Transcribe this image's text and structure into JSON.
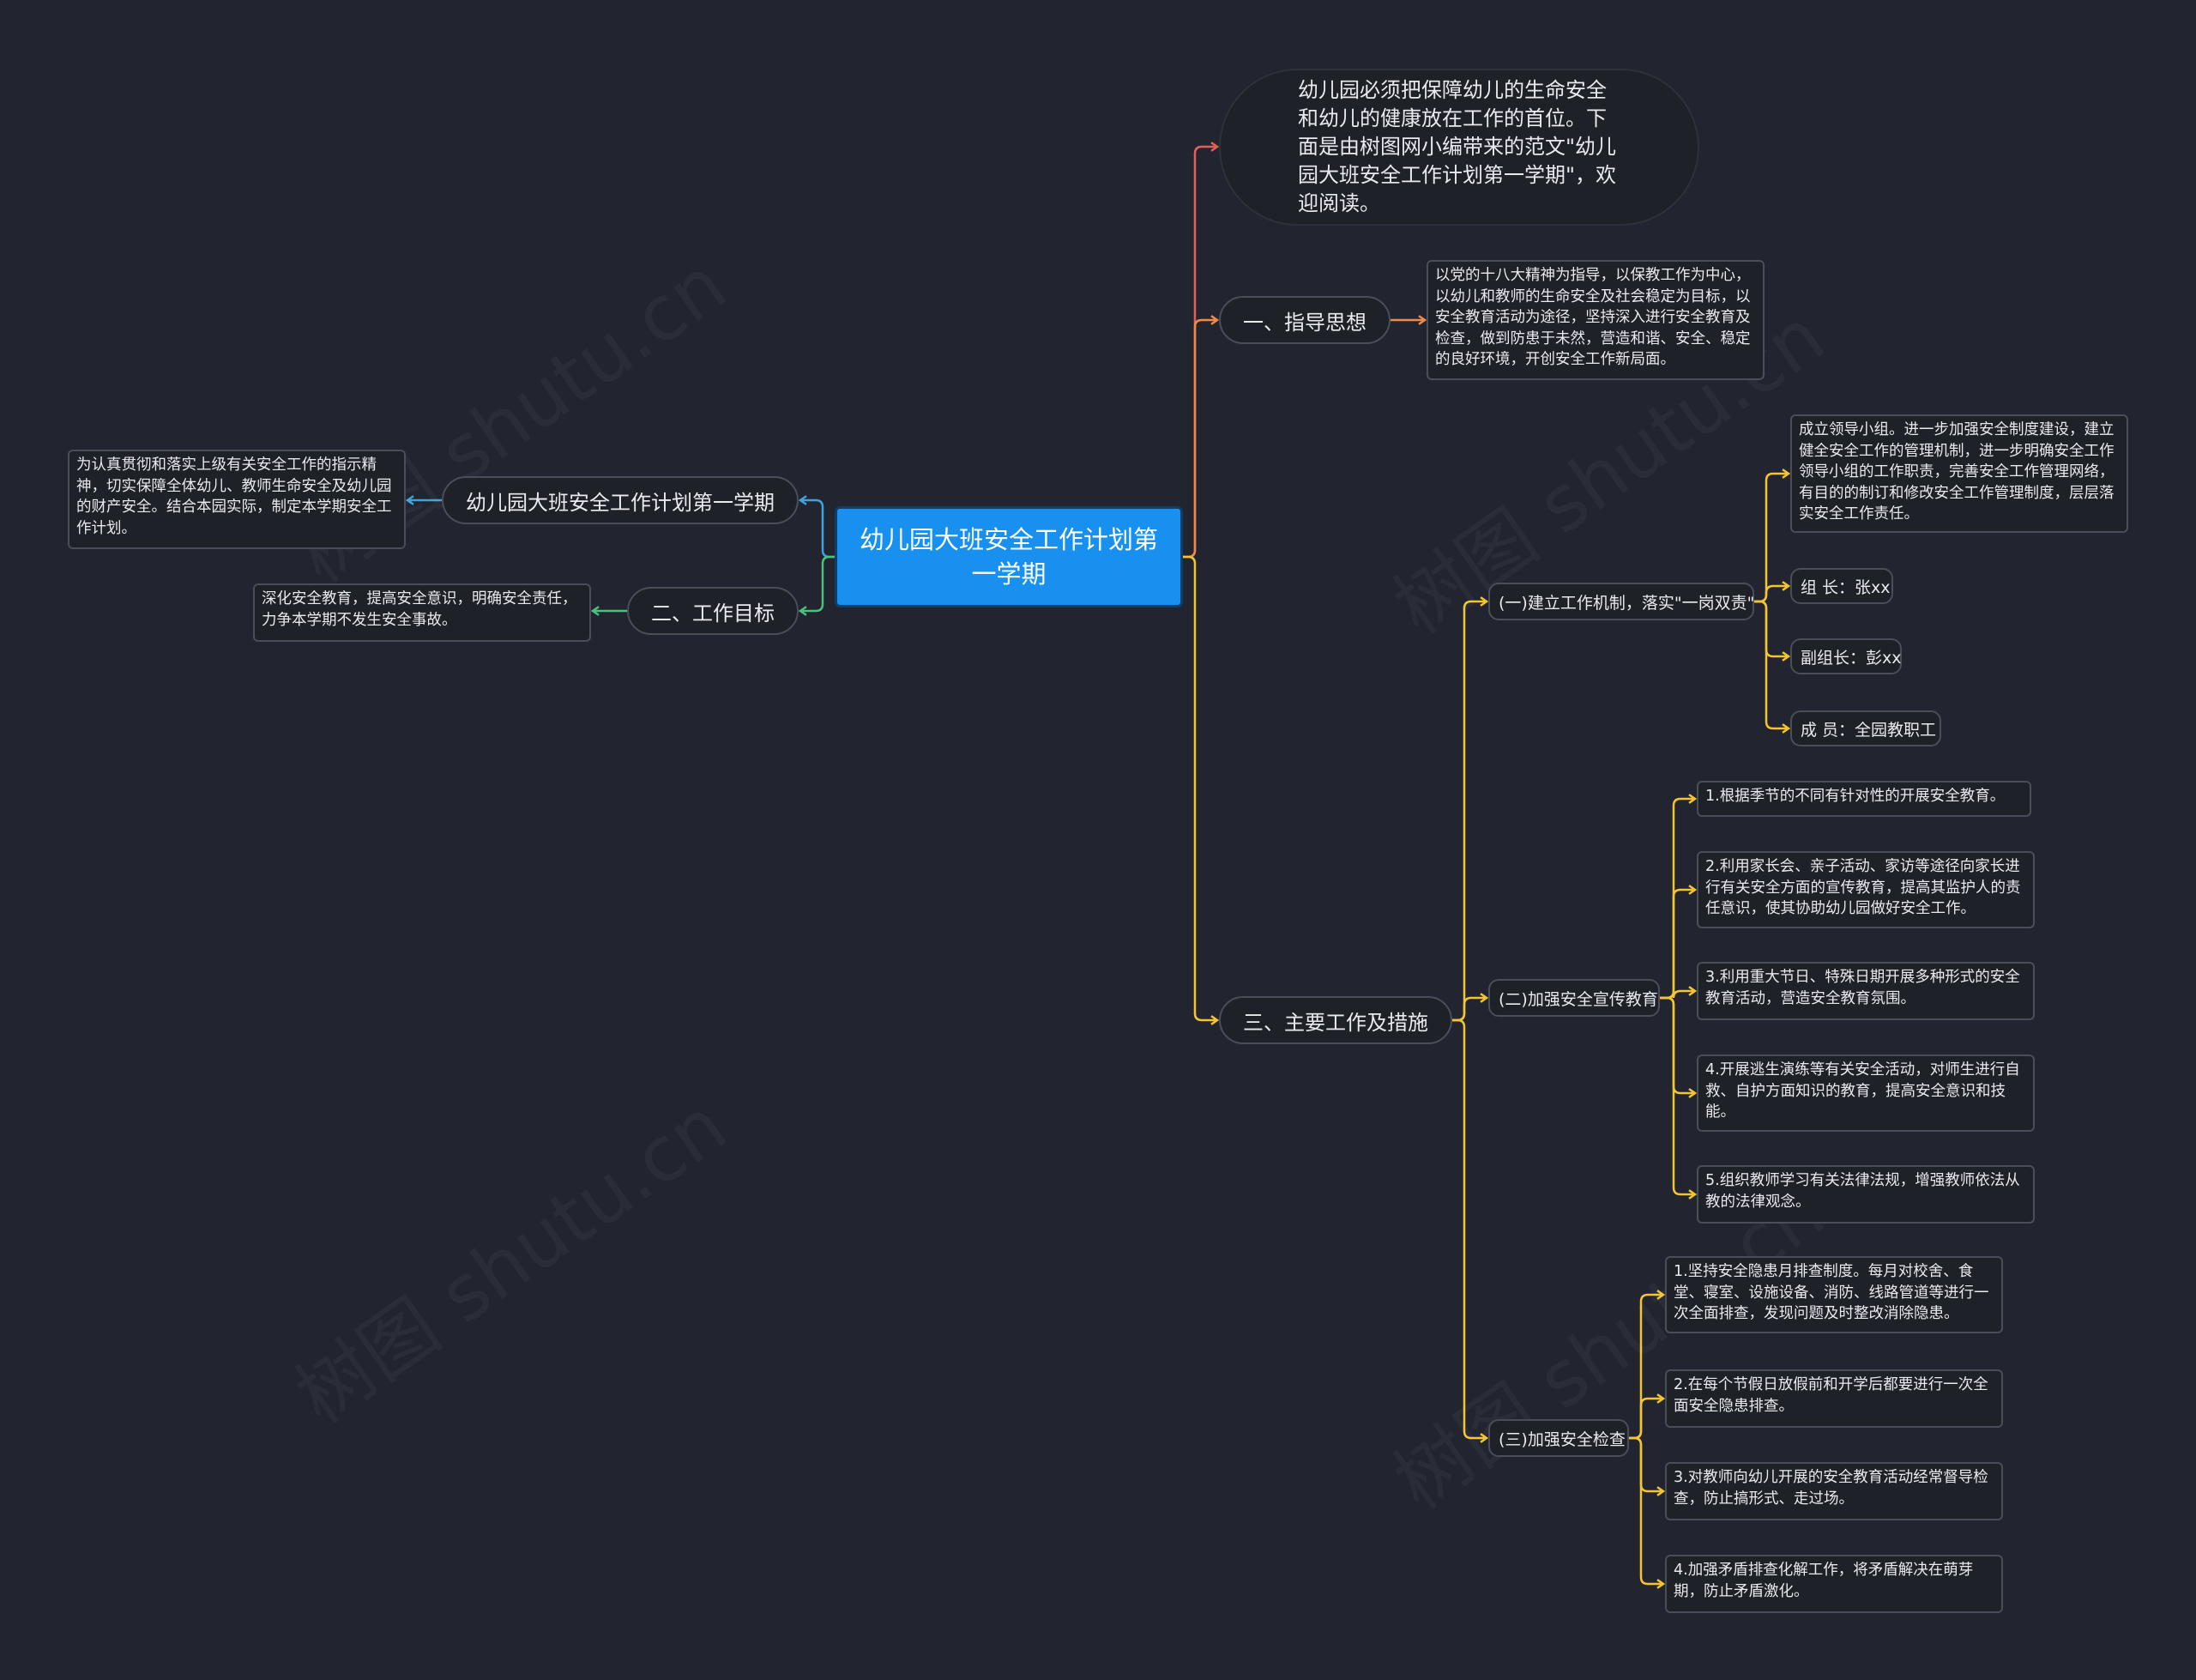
{
  "root": "幼儿园大班安全工作计划第一学期",
  "intro": "幼儿园必须把保障幼儿的生命安全和幼儿的健康放在工作的首位。下面是由树图网小编带来的范文\"幼儿园大班安全工作计划第一学期\"，欢迎阅读。",
  "left": {
    "title_node": "幼儿园大班安全工作计划第一学期",
    "title_desc": "为认真贯彻和落实上级有关安全工作的指示精神，切实保障全体幼儿、教师生命安全及幼儿园的财产安全。结合本园实际，制定本学期安全工作计划。",
    "goal_node": "二、工作目标",
    "goal_desc": "深化安全教育，提高安全意识，明确安全责任，力争本学期不发生安全事故。"
  },
  "guiding": {
    "label": "一、指导思想",
    "desc": "以党的十八大精神为指导，以保教工作为中心，以幼儿和教师的生命安全及社会稳定为目标，以安全教育活动为途径，坚持深入进行安全教育及检查，做到防患于未然，营造和谐、安全、稳定的良好环境，开创安全工作新局面。"
  },
  "main_work": {
    "label": "三、主要工作及措施",
    "mechanism": {
      "label": "(一)建立工作机制，落实\"一岗双责\"",
      "items": [
        "成立领导小组。进一步加强安全制度建设，建立健全安全工作的管理机制，进一步明确安全工作领导小组的工作职责，完善安全工作管理网络，有目的的制订和修改安全工作管理制度，层层落实安全工作责任。",
        "组  长：张xx",
        "副组长：彭xx",
        "成  员：全园教职工"
      ]
    },
    "education": {
      "label": "(二)加强安全宣传教育",
      "items": [
        "1.根据季节的不同有针对性的开展安全教育。",
        "2.利用家长会、亲子活动、家访等途径向家长进行有关安全方面的宣传教育，提高其监护人的责任意识，使其协助幼儿园做好安全工作。",
        "3.利用重大节日、特殊日期开展多种形式的安全教育活动，营造安全教育氛围。",
        "4.开展逃生演练等有关安全活动，对师生进行自救、自护方面知识的教育，提高安全意识和技能。",
        "5.组织教师学习有关法律法规，增强教师依法从教的法律观念。"
      ]
    },
    "inspection": {
      "label": "(三)加强安全检查",
      "items": [
        "1.坚持安全隐患月排查制度。每月对校舍、食堂、寝室、设施设备、消防、线路管道等进行一次全面排查，发现问题及时整改消除隐患。",
        "2.在每个节假日放假前和开学后都要进行一次全面安全隐患排查。",
        "3.对教师向幼儿开展的安全教育活动经常督导检查，防止搞形式、走过场。",
        "4.加强矛盾排查化解工作，将矛盾解决在萌芽期，防止矛盾激化。"
      ]
    }
  },
  "colors": {
    "background": "#22252f",
    "root": "#1890ef",
    "red": "#e0605a",
    "orange": "#f08a4b",
    "yellow": "#f4c532",
    "blue": "#3ca3df",
    "green": "#48c27c"
  },
  "watermark": "树图 shutu.cn"
}
